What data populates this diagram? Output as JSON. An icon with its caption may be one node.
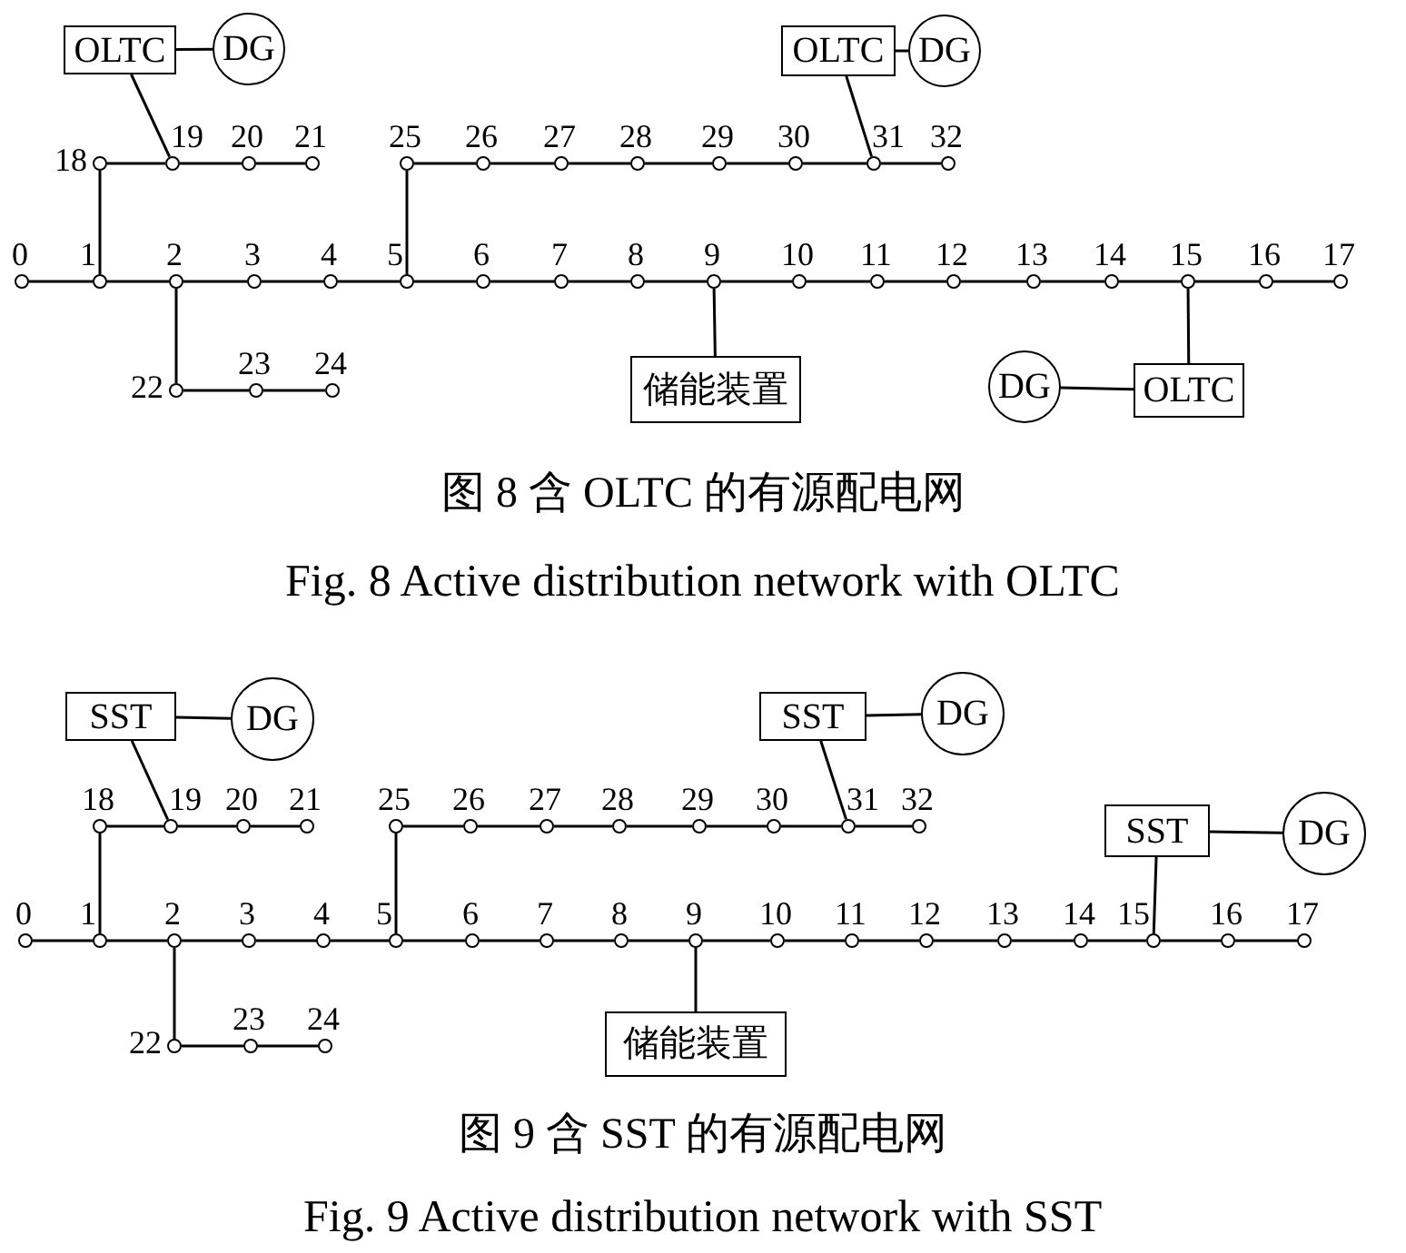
{
  "diagram": {
    "nodes": [
      {
        "text": [],
        "shape": "circle",
        "beside": [
          "0"
        ]
      },
      {
        "text": [],
        "shape": "circle",
        "beside": [
          "1"
        ]
      },
      {
        "text": [],
        "shape": "circle",
        "beside": [
          "2"
        ]
      },
      {
        "text": [],
        "shape": "circle",
        "beside": [
          "3"
        ]
      },
      {
        "text": [],
        "shape": "circle",
        "beside": [
          "4"
        ]
      },
      {
        "text": [],
        "shape": "circle",
        "beside": [
          "5"
        ]
      },
      {
        "text": [],
        "shape": "circle",
        "beside": [
          "6"
        ]
      },
      {
        "text": [],
        "shape": "circle",
        "beside": [
          "7"
        ]
      },
      {
        "text": [],
        "shape": "circle",
        "beside": [
          "8"
        ]
      },
      {
        "text": [],
        "shape": "circle",
        "beside": [
          "9"
        ]
      },
      {
        "text": [],
        "shape": "circle",
        "beside": [
          "10"
        ]
      },
      {
        "text": [],
        "shape": "circle",
        "beside": [
          "11"
        ]
      },
      {
        "text": [],
        "shape": "circle",
        "beside": [
          "12"
        ]
      },
      {
        "text": [],
        "shape": "circle",
        "beside": [
          "13"
        ]
      },
      {
        "text": [],
        "shape": "circle",
        "beside": [
          "14"
        ]
      },
      {
        "text": [],
        "shape": "circle",
        "beside": [
          "15"
        ]
      },
      {
        "text": [],
        "shape": "circle",
        "beside": [
          "16"
        ]
      },
      {
        "text": [],
        "shape": "circle",
        "beside": [
          "17"
        ]
      },
      {
        "text": [],
        "shape": "circle",
        "beside": [
          "18"
        ]
      },
      {
        "text": [],
        "shape": "circle",
        "beside": [
          "19"
        ]
      },
      {
        "text": [],
        "shape": "circle",
        "beside": [
          "20"
        ]
      },
      {
        "text": [],
        "shape": "circle",
        "beside": [
          "21"
        ]
      },
      {
        "text": [],
        "shape": "circle",
        "beside": [
          "22"
        ]
      },
      {
        "text": [],
        "shape": "circle",
        "beside": [
          "23"
        ]
      },
      {
        "text": [],
        "shape": "circle",
        "beside": [
          "24"
        ]
      },
      {
        "text": [],
        "shape": "circle",
        "beside": [
          "25"
        ]
      },
      {
        "text": [],
        "shape": "circle",
        "beside": [
          "26"
        ]
      },
      {
        "text": [],
        "shape": "circle",
        "beside": [
          "27"
        ]
      },
      {
        "text": [],
        "shape": "circle",
        "beside": [
          "28"
        ]
      },
      {
        "text": [],
        "shape": "circle",
        "beside": [
          "29"
        ]
      },
      {
        "text": [],
        "shape": "circle",
        "beside": [
          "30"
        ]
      },
      {
        "text": [],
        "shape": "circle",
        "beside": [
          "31"
        ]
      },
      {
        "text": [],
        "shape": "circle",
        "beside": [
          "32"
        ]
      },
      {
        "text": [
          "OLTC"
        ]
      },
      {
        "text": [
          "DG"
        ]
      },
      {
        "text": [
          "OLTC"
        ]
      },
      {
        "text": [
          "DG"
        ]
      },
      {
        "text": [
          "储能装置"
        ]
      },
      {
        "text": [
          "DG"
        ]
      },
      {
        "text": [
          "OLTC"
        ]
      },
      {
        "text": [],
        "shape": "circle",
        "beside": [
          "0"
        ]
      },
      {
        "text": [],
        "shape": "circle",
        "beside": [
          "1"
        ]
      },
      {
        "text": [],
        "shape": "circle",
        "beside": [
          "2"
        ]
      },
      {
        "text": [],
        "shape": "circle",
        "beside": [
          "3"
        ]
      },
      {
        "text": [],
        "shape": "circle",
        "beside": [
          "4"
        ]
      },
      {
        "text": [],
        "shape": "circle",
        "beside": [
          "5"
        ]
      },
      {
        "text": [],
        "shape": "circle",
        "beside": [
          "6"
        ]
      },
      {
        "text": [],
        "shape": "circle",
        "beside": [
          "7"
        ]
      },
      {
        "text": [],
        "shape": "circle",
        "beside": [
          "8"
        ]
      },
      {
        "text": [],
        "shape": "circle",
        "beside": [
          "9"
        ]
      },
      {
        "text": [],
        "shape": "circle",
        "beside": [
          "10"
        ]
      },
      {
        "text": [],
        "shape": "circle",
        "beside": [
          "11"
        ]
      },
      {
        "text": [],
        "shape": "circle",
        "beside": [
          "12"
        ]
      },
      {
        "text": [],
        "shape": "circle",
        "beside": [
          "13"
        ]
      },
      {
        "text": [],
        "shape": "circle",
        "beside": [
          "14"
        ]
      },
      {
        "text": [],
        "shape": "circle",
        "beside": [
          "15"
        ]
      },
      {
        "text": [],
        "shape": "circle",
        "beside": [
          "16"
        ]
      },
      {
        "text": [],
        "shape": "circle",
        "beside": [
          "17"
        ]
      },
      {
        "text": [],
        "shape": "circle",
        "beside": [
          "18"
        ]
      },
      {
        "text": [],
        "shape": "circle",
        "beside": [
          "19"
        ]
      },
      {
        "text": [],
        "shape": "circle",
        "beside": [
          "20"
        ]
      },
      {
        "text": [],
        "shape": "circle",
        "beside": [
          "21"
        ]
      },
      {
        "text": [],
        "shape": "circle",
        "beside": [
          "22"
        ]
      },
      {
        "text": [],
        "shape": "circle",
        "beside": [
          "23"
        ]
      },
      {
        "text": [],
        "shape": "circle",
        "beside": [
          "24"
        ]
      },
      {
        "text": [],
        "shape": "circle",
        "beside": [
          "25"
        ]
      },
      {
        "text": [],
        "shape": "circle",
        "beside": [
          "26"
        ]
      },
      {
        "text": [],
        "shape": "circle",
        "beside": [
          "27"
        ]
      },
      {
        "text": [],
        "shape": "circle",
        "beside": [
          "28"
        ]
      },
      {
        "text": [],
        "shape": "circle",
        "beside": [
          "29"
        ]
      },
      {
        "text": [],
        "shape": "circle",
        "beside": [
          "30"
        ]
      },
      {
        "text": [],
        "shape": "circle",
        "beside": [
          "31"
        ]
      },
      {
        "text": [],
        "shape": "circle",
        "beside": [
          "32"
        ]
      },
      {
        "text": [
          "SST"
        ]
      },
      {
        "text": [
          "DG"
        ]
      },
      {
        "text": [
          "SST"
        ]
      },
      {
        "text": [
          "DG"
        ]
      },
      {
        "text": [
          "储能装置"
        ]
      },
      {
        "text": [
          "SST"
        ]
      },
      {
        "text": [
          "DG"
        ]
      }
    ],
    "edges": [
      {
        "from": 0,
        "to": 1,
        "arrow": "none"
      },
      {
        "from": 1,
        "to": 2,
        "arrow": "none"
      },
      {
        "from": 2,
        "to": 3,
        "arrow": "none"
      },
      {
        "from": 3,
        "to": 4,
        "arrow": "none"
      },
      {
        "from": 4,
        "to": 5,
        "arrow": "none"
      },
      {
        "from": 5,
        "to": 6,
        "arrow": "none"
      },
      {
        "from": 6,
        "to": 7,
        "arrow": "none"
      },
      {
        "from": 7,
        "to": 8,
        "arrow": "none"
      },
      {
        "from": 8,
        "to": 9,
        "arrow": "none"
      },
      {
        "from": 9,
        "to": 10,
        "arrow": "none"
      },
      {
        "from": 10,
        "to": 11,
        "arrow": "none"
      },
      {
        "from": 11,
        "to": 12,
        "arrow": "none"
      },
      {
        "from": 12,
        "to": 13,
        "arrow": "none"
      },
      {
        "from": 13,
        "to": 14,
        "arrow": "none"
      },
      {
        "from": 14,
        "to": 15,
        "arrow": "none"
      },
      {
        "from": 15,
        "to": 16,
        "arrow": "none"
      },
      {
        "from": 16,
        "to": 17,
        "arrow": "none"
      },
      {
        "from": 1,
        "to": 18,
        "arrow": "none"
      },
      {
        "from": 18,
        "to": 19,
        "arrow": "none"
      },
      {
        "from": 19,
        "to": 20,
        "arrow": "none"
      },
      {
        "from": 20,
        "to": 21,
        "arrow": "none"
      },
      {
        "from": 2,
        "to": 22,
        "arrow": "none"
      },
      {
        "from": 22,
        "to": 23,
        "arrow": "none"
      },
      {
        "from": 23,
        "to": 24,
        "arrow": "none"
      },
      {
        "from": 5,
        "to": 25,
        "arrow": "none"
      },
      {
        "from": 25,
        "to": 26,
        "arrow": "none"
      },
      {
        "from": 26,
        "to": 27,
        "arrow": "none"
      },
      {
        "from": 27,
        "to": 28,
        "arrow": "none"
      },
      {
        "from": 28,
        "to": 29,
        "arrow": "none"
      },
      {
        "from": 29,
        "to": 30,
        "arrow": "none"
      },
      {
        "from": 30,
        "to": 31,
        "arrow": "none"
      },
      {
        "from": 31,
        "to": 32,
        "arrow": "none"
      },
      {
        "from": 33,
        "to": 34,
        "arrow": "none"
      },
      {
        "from": 33,
        "to": 19,
        "arrow": "none"
      },
      {
        "from": 35,
        "to": 36,
        "arrow": "none"
      },
      {
        "from": 35,
        "to": 31,
        "arrow": "none"
      },
      {
        "from": 9,
        "to": 37,
        "arrow": "none"
      },
      {
        "from": 15,
        "to": 39,
        "arrow": "none"
      },
      {
        "from": 38,
        "to": 39,
        "arrow": "none"
      },
      {
        "from": 40,
        "to": 41,
        "arrow": "none"
      },
      {
        "from": 41,
        "to": 42,
        "arrow": "none"
      },
      {
        "from": 42,
        "to": 43,
        "arrow": "none"
      },
      {
        "from": 43,
        "to": 44,
        "arrow": "none"
      },
      {
        "from": 44,
        "to": 45,
        "arrow": "none"
      },
      {
        "from": 45,
        "to": 46,
        "arrow": "none"
      },
      {
        "from": 46,
        "to": 47,
        "arrow": "none"
      },
      {
        "from": 47,
        "to": 48,
        "arrow": "none"
      },
      {
        "from": 48,
        "to": 49,
        "arrow": "none"
      },
      {
        "from": 49,
        "to": 50,
        "arrow": "none"
      },
      {
        "from": 50,
        "to": 51,
        "arrow": "none"
      },
      {
        "from": 51,
        "to": 52,
        "arrow": "none"
      },
      {
        "from": 52,
        "to": 53,
        "arrow": "none"
      },
      {
        "from": 53,
        "to": 54,
        "arrow": "none"
      },
      {
        "from": 54,
        "to": 55,
        "arrow": "none"
      },
      {
        "from": 55,
        "to": 56,
        "arrow": "none"
      },
      {
        "from": 56,
        "to": 57,
        "arrow": "none"
      },
      {
        "from": 41,
        "to": 58,
        "arrow": "none"
      },
      {
        "from": 58,
        "to": 59,
        "arrow": "none"
      },
      {
        "from": 59,
        "to": 60,
        "arrow": "none"
      },
      {
        "from": 60,
        "to": 61,
        "arrow": "none"
      },
      {
        "from": 42,
        "to": 62,
        "arrow": "none"
      },
      {
        "from": 62,
        "to": 63,
        "arrow": "none"
      },
      {
        "from": 63,
        "to": 64,
        "arrow": "none"
      },
      {
        "from": 45,
        "to": 65,
        "arrow": "none"
      },
      {
        "from": 65,
        "to": 66,
        "arrow": "none"
      },
      {
        "from": 66,
        "to": 67,
        "arrow": "none"
      },
      {
        "from": 67,
        "to": 68,
        "arrow": "none"
      },
      {
        "from": 68,
        "to": 69,
        "arrow": "none"
      },
      {
        "from": 69,
        "to": 70,
        "arrow": "none"
      },
      {
        "from": 70,
        "to": 71,
        "arrow": "none"
      },
      {
        "from": 71,
        "to": 72,
        "arrow": "none"
      },
      {
        "from": 73,
        "to": 74,
        "arrow": "none"
      },
      {
        "from": 73,
        "to": 59,
        "arrow": "none"
      },
      {
        "from": 75,
        "to": 76,
        "arrow": "none"
      },
      {
        "from": 75,
        "to": 71,
        "arrow": "none"
      },
      {
        "from": 49,
        "to": 77,
        "arrow": "none"
      },
      {
        "from": 55,
        "to": 78,
        "arrow": "none"
      },
      {
        "from": 78,
        "to": 79,
        "arrow": "none"
      }
    ],
    "labels": [
      "图 8 含 OLTC 的有源配电网",
      "Fig. 8 Active distribution network with OLTC",
      "图 9 含 SST 的有源配电网",
      "Fig. 9 Active distribution network with SST"
    ]
  }
}
